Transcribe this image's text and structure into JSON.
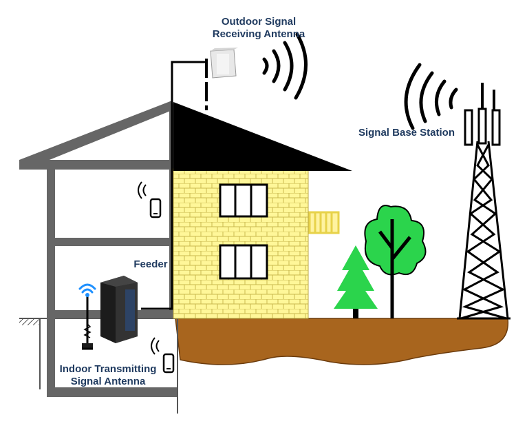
{
  "labels": {
    "outdoor_antenna_line1": "Outdoor Signal",
    "outdoor_antenna_line2": "Receiving Antenna",
    "base_station": "Signal Base Station",
    "feeder": "Feeder",
    "indoor_antenna_line1": "Indoor Transmitting",
    "indoor_antenna_line2": "Signal Antenna"
  },
  "icons": {
    "outdoor_antenna": "panel-antenna-icon",
    "base_station": "cell-tower-icon",
    "repeater": "signal-repeater-icon",
    "indoor_antenna": "whip-antenna-icon",
    "phone": "mobile-phone-icon",
    "wifi": "wifi-icon"
  },
  "colors": {
    "label_text": "#1f3a5f",
    "roof": "#000000",
    "brick_wall": "#fff799",
    "ground": "#a8651e",
    "house_frame": "#666666",
    "tree": "#2bd44c",
    "wifi": "#1e90ff"
  }
}
